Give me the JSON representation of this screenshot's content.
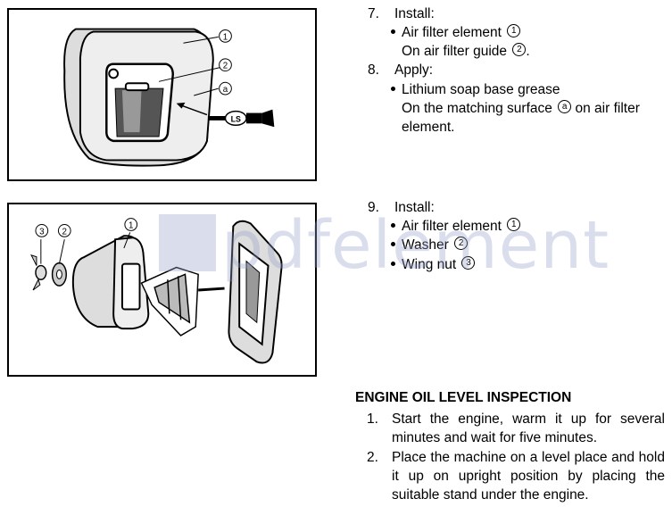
{
  "figure1": {
    "callouts": [
      "1",
      "2",
      "a"
    ],
    "tool_label": "LS"
  },
  "figure2": {
    "callouts": [
      "3",
      "2",
      "1"
    ]
  },
  "steps": [
    {
      "num": "7.",
      "head": "Install:",
      "bullets": [
        {
          "text": "Air filter element",
          "ref": "1",
          "cont": "On air filter guide",
          "cont_ref": "2",
          "cont_end": "."
        }
      ]
    },
    {
      "num": "8.",
      "head": "Apply:",
      "bullets": [
        {
          "text": "Lithium soap base grease",
          "cont1": "On the matching surface",
          "cont1_ref": "a",
          "cont1_end": "on air filter",
          "cont2": "element."
        }
      ]
    },
    {
      "num": "9.",
      "head": "Install:",
      "bullets": [
        {
          "text": "Air filter element",
          "ref": "1"
        },
        {
          "text": "Washer",
          "ref": "2"
        },
        {
          "text": "Wing nut",
          "ref": "3"
        }
      ]
    }
  ],
  "section": {
    "title": "ENGINE OIL LEVEL INSPECTION",
    "items": [
      {
        "num": "1.",
        "text": "Start the engine, warm it up for several minutes and wait for five minutes."
      },
      {
        "num": "2.",
        "text": "Place the machine on a level place and hold it up on upright position by placing the suitable stand under the engine."
      }
    ]
  },
  "watermark": "pdfelement"
}
